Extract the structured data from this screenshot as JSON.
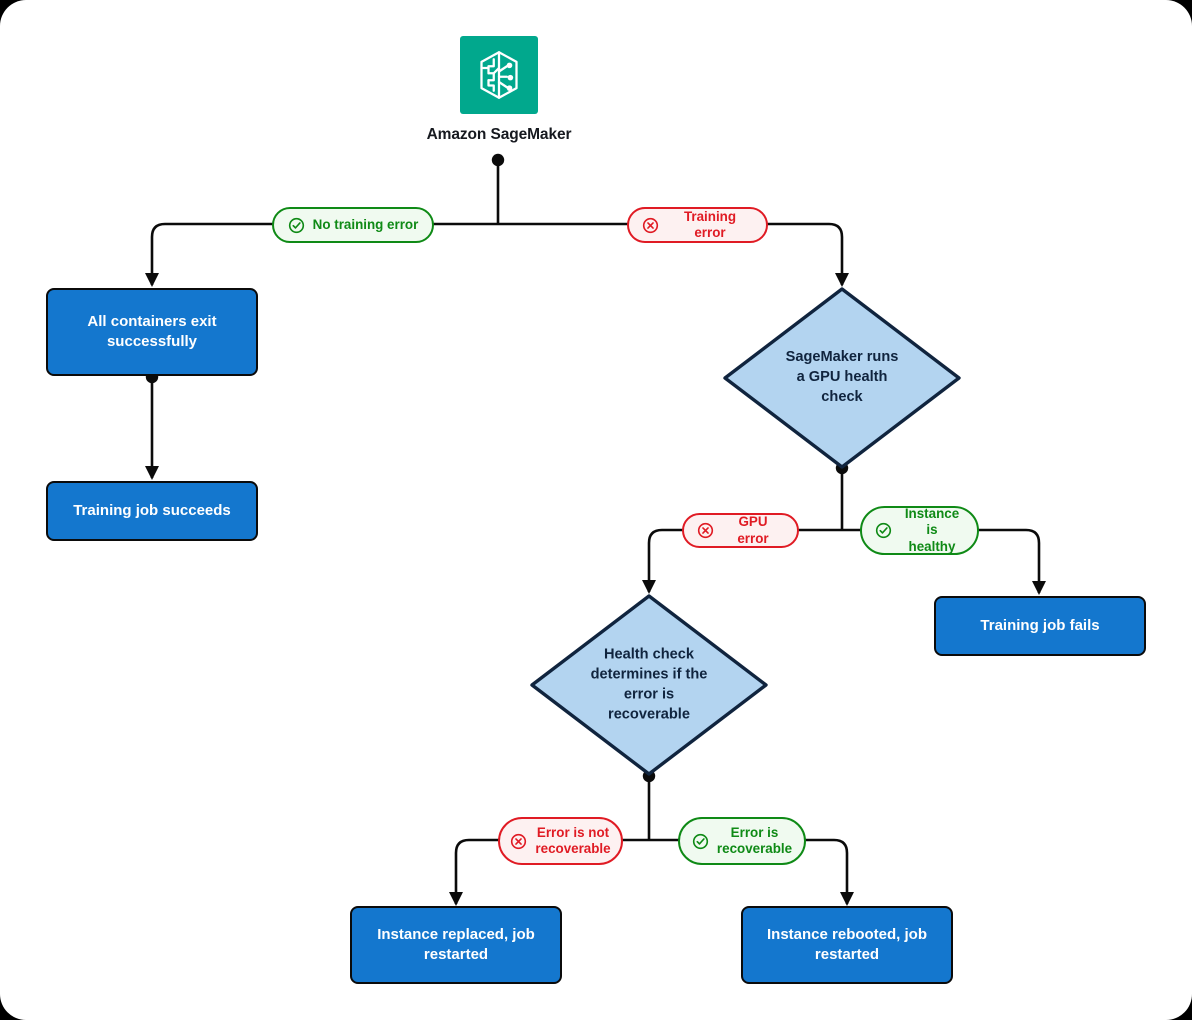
{
  "diagram": {
    "title": "Amazon SageMaker training job GPU health check flow",
    "type": "flowchart",
    "colors": {
      "service_icon_bg": "#01a88d",
      "process_fill": "#1477ce",
      "process_border": "#0b0b0b",
      "process_text": "#ffffff",
      "decision_fill": "#b3d4f0",
      "decision_border": "#10243e",
      "decision_text": "#10243e",
      "ok_color": "#0f8a16",
      "ok_fill": "#f0faf0",
      "error_color": "#e01b24",
      "error_fill": "#fdf1f1",
      "edge_color": "#0b0b0b",
      "canvas_bg": "#ffffff",
      "page_bg": "#000000"
    },
    "service": {
      "icon_name": "amazon-sagemaker-icon",
      "label": "Amazon SageMaker"
    },
    "nodes": {
      "all_containers_exit": {
        "label": "All containers exit\nsuccessfully",
        "shape": "process"
      },
      "training_job_succeeds": {
        "label": "Training job succeeds",
        "shape": "process"
      },
      "gpu_health_check": {
        "label": "SageMaker runs\na GPU health\ncheck",
        "shape": "decision"
      },
      "training_job_fails": {
        "label": "Training job fails",
        "shape": "process"
      },
      "recoverable_check": {
        "label": "Health check\ndetermines if the\nerror is\nrecoverable",
        "shape": "decision"
      },
      "instance_replaced": {
        "label": "Instance replaced, job\nrestarted",
        "shape": "process"
      },
      "instance_rebooted": {
        "label": "Instance rebooted, job\nrestarted",
        "shape": "process"
      }
    },
    "edge_labels": {
      "no_training_error": {
        "label": "No training error",
        "status": "ok",
        "icon_name": "check-circle-icon"
      },
      "training_error": {
        "label": "Training error",
        "status": "error",
        "icon_name": "x-circle-icon"
      },
      "gpu_error": {
        "label": "GPU error",
        "status": "error",
        "icon_name": "x-circle-icon"
      },
      "instance_healthy": {
        "label": "Instance is\nhealthy",
        "status": "ok",
        "icon_name": "check-circle-icon"
      },
      "error_not_recoverable": {
        "label": "Error is not\nrecoverable",
        "status": "error",
        "icon_name": "x-circle-icon"
      },
      "error_recoverable": {
        "label": "Error is\nrecoverable",
        "status": "ok",
        "icon_name": "check-circle-icon"
      }
    },
    "flow": [
      {
        "from": "Amazon SageMaker",
        "to": "All containers exit successfully",
        "label": "No training error"
      },
      {
        "from": "Amazon SageMaker",
        "to": "SageMaker runs a GPU health check",
        "label": "Training error"
      },
      {
        "from": "All containers exit successfully",
        "to": "Training job succeeds",
        "label": ""
      },
      {
        "from": "SageMaker runs a GPU health check",
        "to": "Health check determines if the error is recoverable",
        "label": "GPU error"
      },
      {
        "from": "SageMaker runs a GPU health check",
        "to": "Training job fails",
        "label": "Instance is healthy"
      },
      {
        "from": "Health check determines if the error is recoverable",
        "to": "Instance replaced, job restarted",
        "label": "Error is not recoverable"
      },
      {
        "from": "Health check determines if the error is recoverable",
        "to": "Instance rebooted, job restarted",
        "label": "Error is recoverable"
      }
    ]
  }
}
